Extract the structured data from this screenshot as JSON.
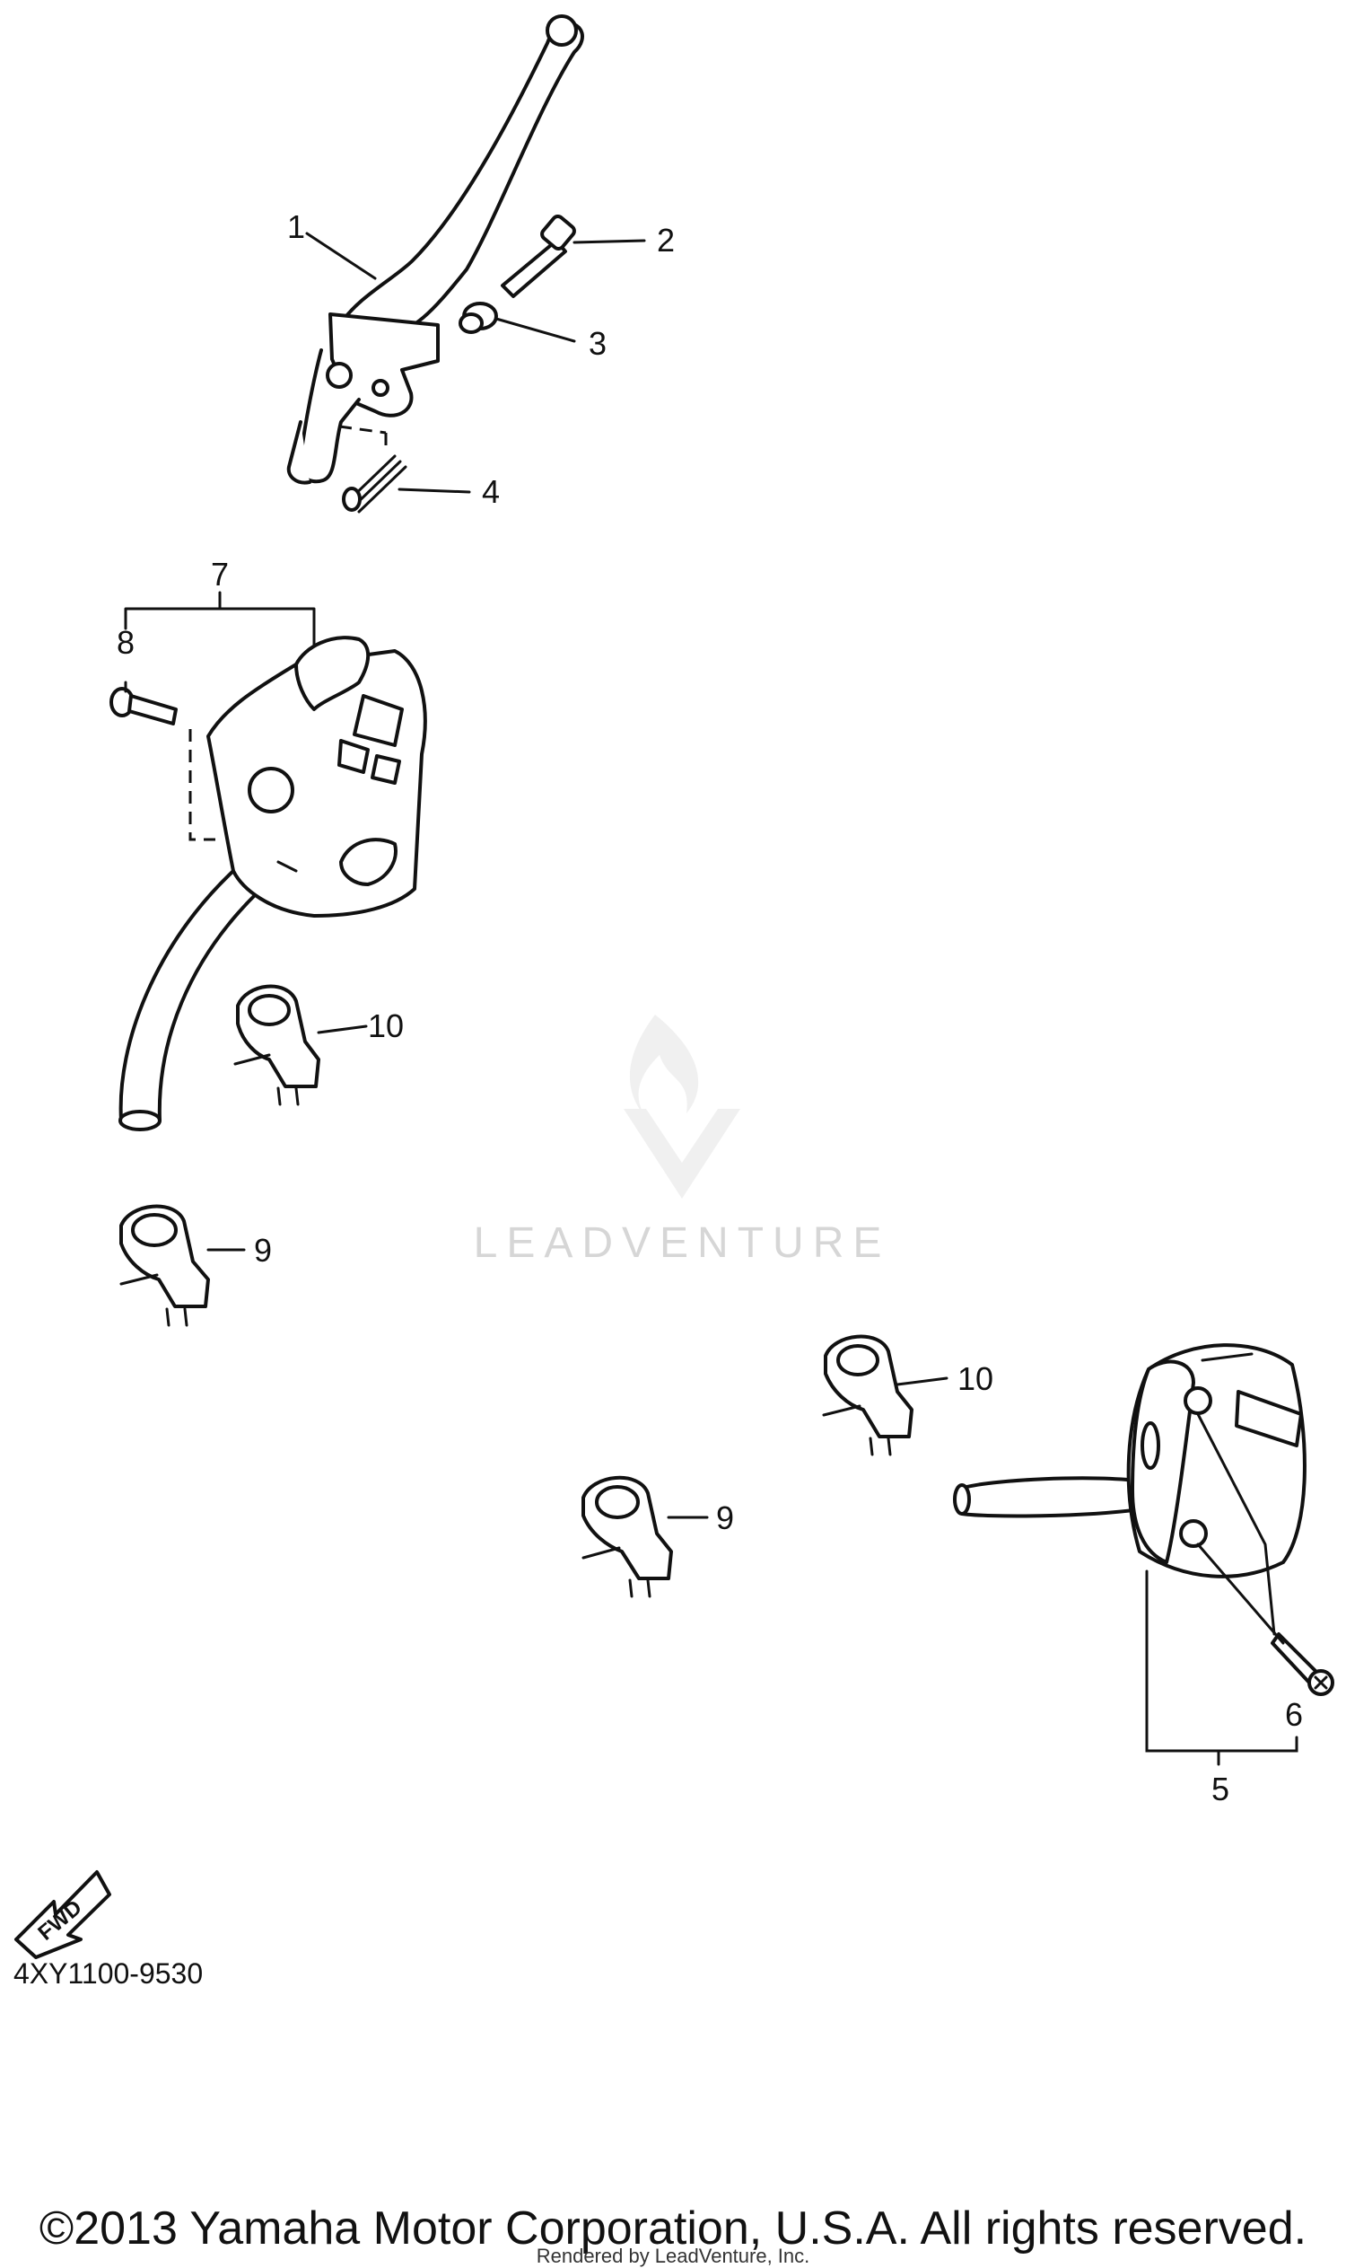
{
  "callouts": [
    {
      "id": "1",
      "text": "1"
    },
    {
      "id": "2",
      "text": "2"
    },
    {
      "id": "3",
      "text": "3"
    },
    {
      "id": "4",
      "text": "4"
    },
    {
      "id": "5",
      "text": "5"
    },
    {
      "id": "6",
      "text": "6"
    },
    {
      "id": "7",
      "text": "7"
    },
    {
      "id": "8",
      "text": "8"
    },
    {
      "id": "9a",
      "text": "9"
    },
    {
      "id": "9b",
      "text": "9"
    },
    {
      "id": "10a",
      "text": "10"
    },
    {
      "id": "10b",
      "text": "10"
    }
  ],
  "fwd_badge": "FWD",
  "diagram_code": "4XY1100-9530",
  "watermark": "LEADVENTURE",
  "copyright": "©2013 Yamaha Motor Corporation, U.S.A. All rights reserved.",
  "rendered_by": "Rendered by LeadVenture, Inc."
}
